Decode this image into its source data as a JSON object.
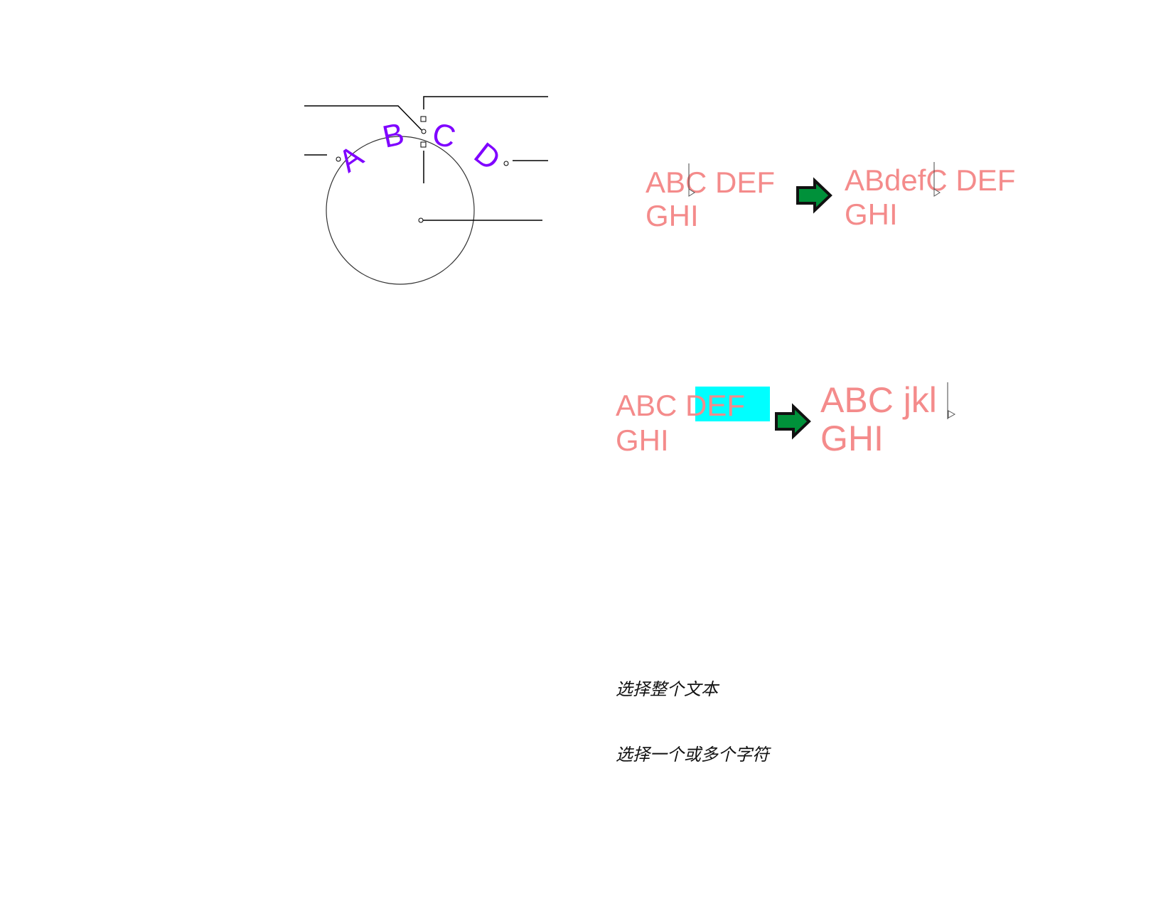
{
  "arc_text": {
    "letters": [
      "A",
      "B",
      "C",
      "D"
    ],
    "color": "#7f00ff"
  },
  "example1": {
    "before_line1": "ABC DEF",
    "before_line2": "GHI",
    "after_line1": "ABdefC DEF",
    "after_line2": "GHI"
  },
  "example2": {
    "before_prefix": "ABC ",
    "before_selected": "DEF",
    "before_line2": "GHI",
    "after_line1": "ABC jkl",
    "after_line2": "GHI",
    "highlight_color": "#00ffff"
  },
  "text_color": "#f48b8b",
  "arrow_color": "#00913a",
  "captions": [
    "选择整个文本",
    "选择一个或多个字符"
  ]
}
